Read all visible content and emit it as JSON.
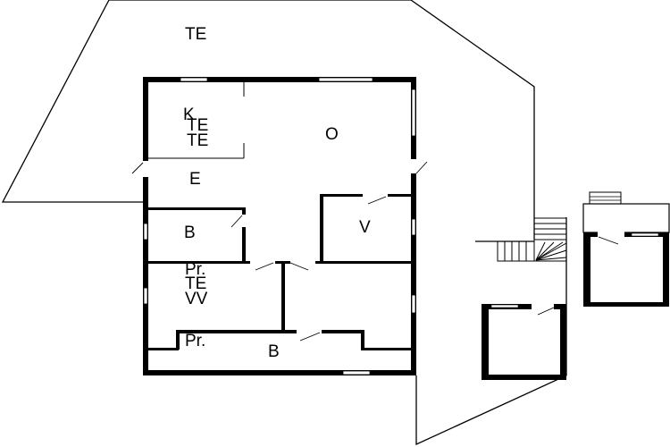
{
  "floorplan": {
    "labels": {
      "terrace_top": "TE",
      "kitchen_k": "K",
      "kitchen_te1": "TE",
      "kitchen_te2": "TE",
      "living": "O",
      "entrance": "E",
      "bath_upper": "B",
      "storage_v": "V",
      "room_pr": "Pr.",
      "room_te": "TE",
      "room_vv": "VV",
      "lower_pr": "Pr.",
      "lower_b": "B"
    },
    "colors": {
      "wall": "#000000",
      "background": "#ffffff"
    }
  }
}
